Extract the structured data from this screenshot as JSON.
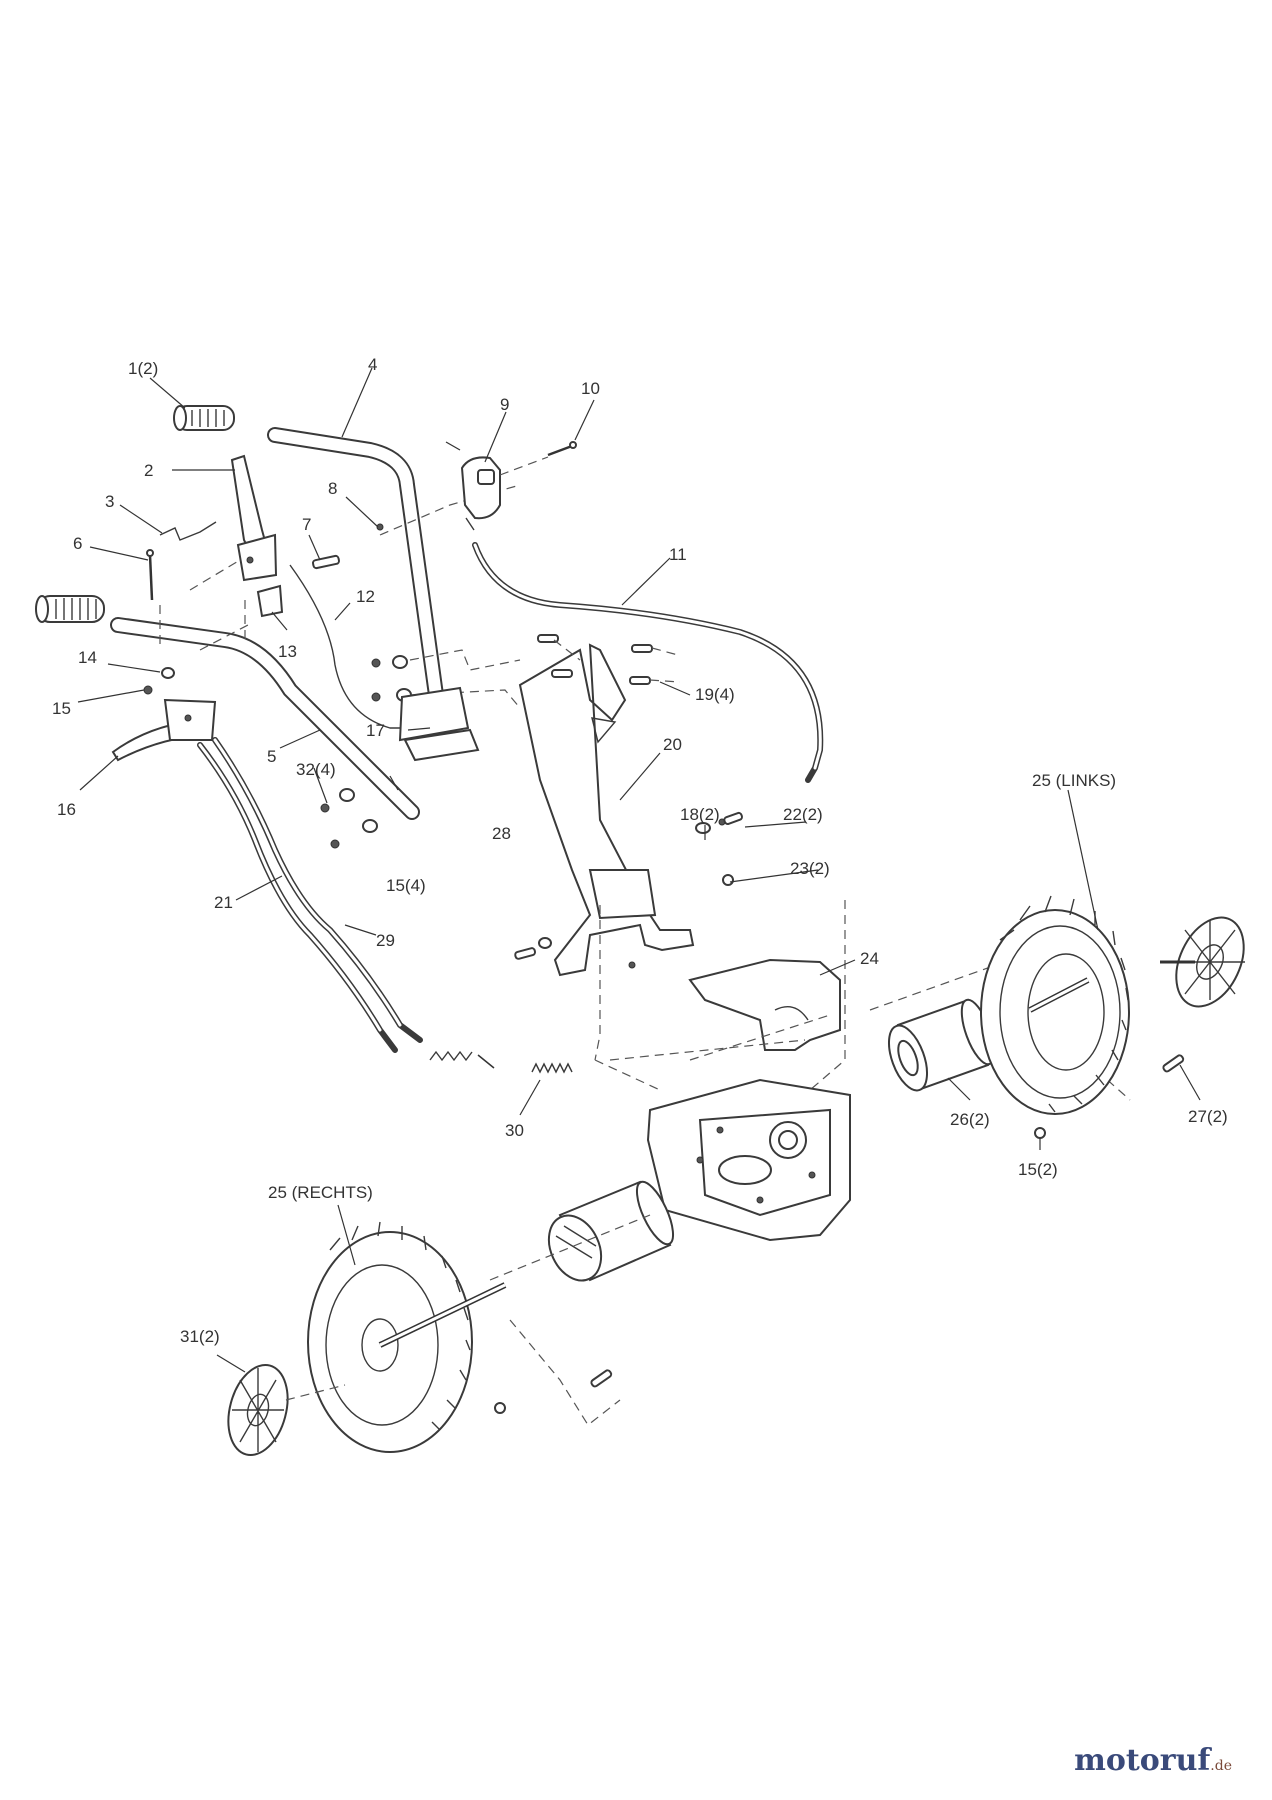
{
  "callouts": {
    "c1": "1(2)",
    "c2": "2",
    "c3": "3",
    "c4": "4",
    "c5": "5",
    "c6": "6",
    "c7": "7",
    "c8": "8",
    "c9": "9",
    "c10": "10",
    "c11": "11",
    "c12": "12",
    "c13": "13",
    "c14": "14",
    "c15": "15",
    "c15_4": "15(4)",
    "c15_2": "15(2)",
    "c16": "16",
    "c17": "17",
    "c18": "18(2)",
    "c19": "19(4)",
    "c20": "20",
    "c21": "21",
    "c22": "22(2)",
    "c23": "23(2)",
    "c24": "24",
    "c25l": "25 (LINKS)",
    "c25r": "25 (RECHTS)",
    "c26": "26(2)",
    "c27": "27(2)",
    "c28": "28",
    "c29": "29",
    "c30": "30",
    "c31": "31(2)",
    "c32": "32(4)"
  },
  "watermark": {
    "name": "motoruf",
    "tld": ".de",
    "color": "#3a4a7a"
  }
}
